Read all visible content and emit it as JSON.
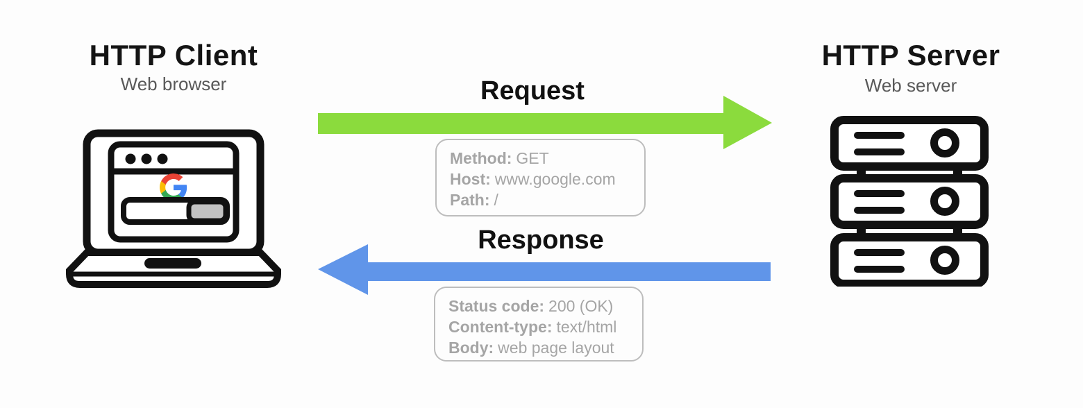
{
  "client": {
    "title": "HTTP Client",
    "subtitle": "Web browser"
  },
  "server": {
    "title": "HTTP Server",
    "subtitle": "Web server"
  },
  "request": {
    "label": "Request",
    "arrow_color": "#8BDB3D",
    "fields": [
      {
        "label": "Method:",
        "value": "GET"
      },
      {
        "label": "Host:",
        "value": "www.google.com"
      },
      {
        "label": "Path:",
        "value": "/"
      }
    ]
  },
  "response": {
    "label": "Response",
    "arrow_color": "#6095E9",
    "fields": [
      {
        "label": "Status code:",
        "value": "200 (OK)"
      },
      {
        "label": "Content-type:",
        "value": "text/html"
      },
      {
        "label": "Body:",
        "value": "web page layout"
      }
    ]
  },
  "logo_colors": {
    "blue": "#4285F4",
    "green": "#34A853",
    "yellow": "#FBBC05",
    "red": "#EA4335"
  }
}
